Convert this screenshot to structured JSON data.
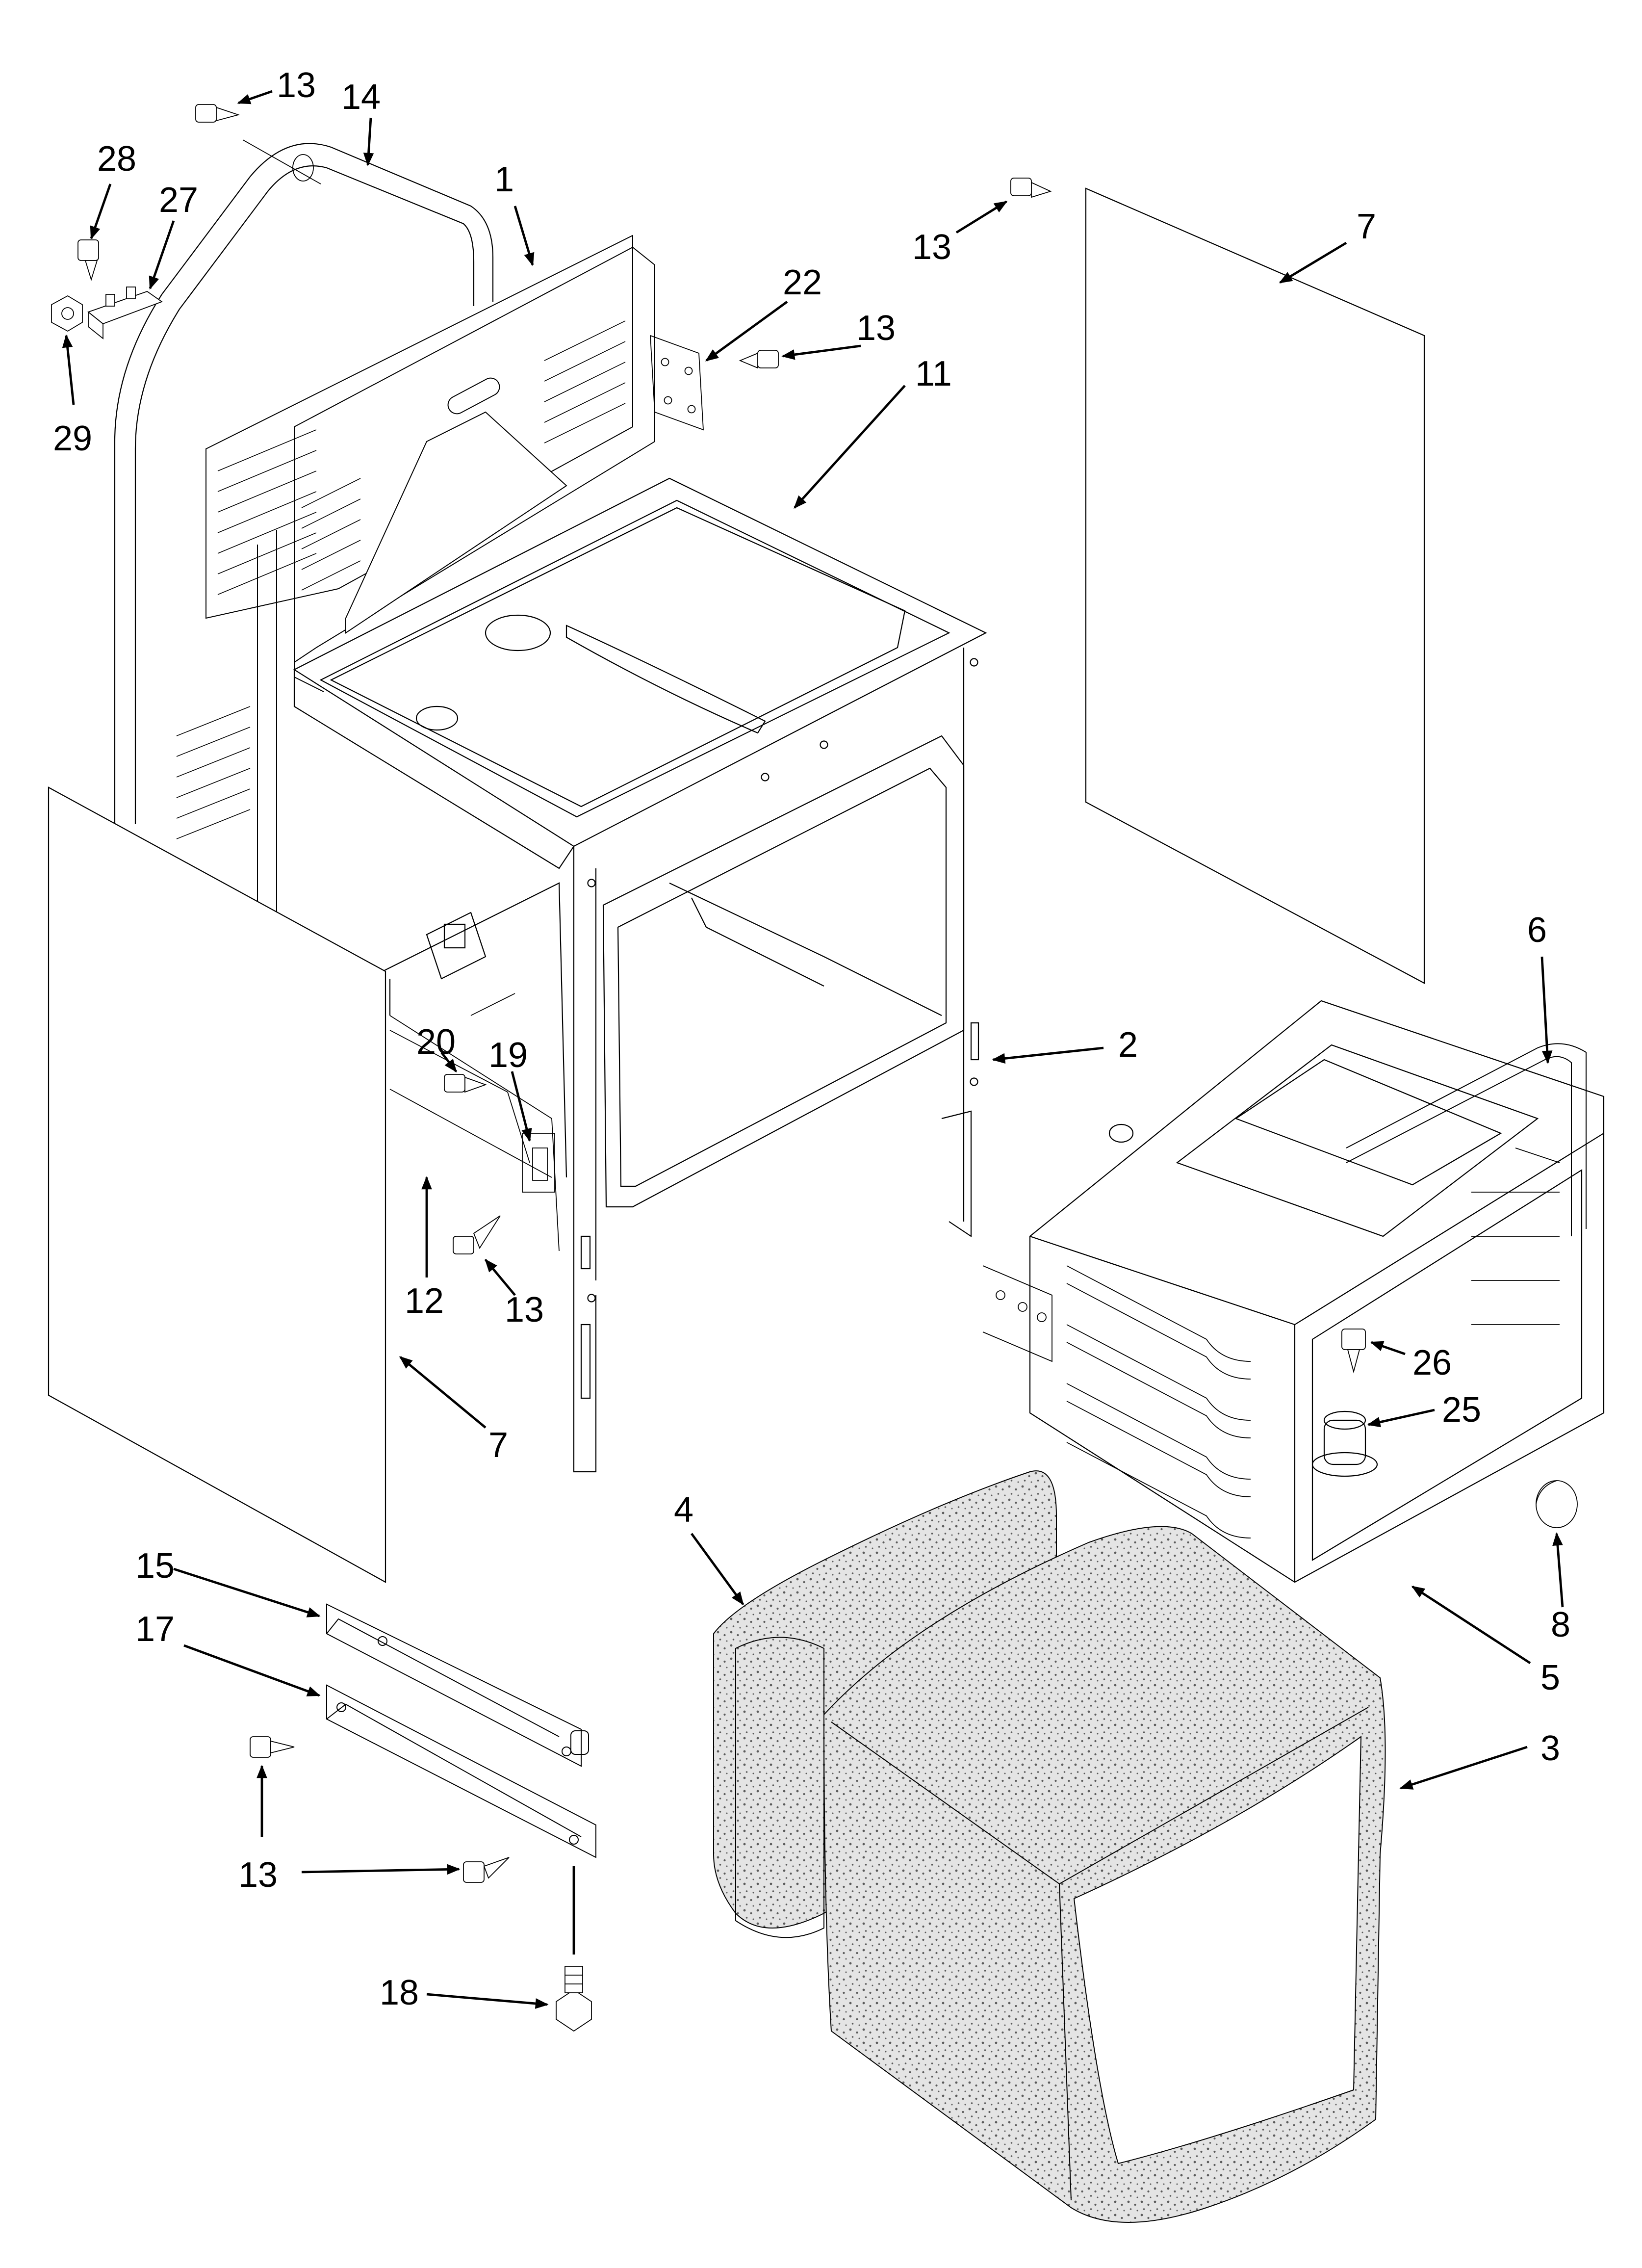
{
  "colors": {
    "line": "#000000",
    "background": "#ffffff",
    "insulation_fill": "#e4e4e4",
    "insulation_dot": "#5a5a5a"
  },
  "callouts": {
    "c13_top_left": "13",
    "c14": "14",
    "c28": "28",
    "c27": "27",
    "c29": "29",
    "c1": "1",
    "c22": "22",
    "c13_hinge": "13",
    "c11": "11",
    "c13_top_right": "13",
    "c7_top": "7",
    "c6": "6",
    "c2": "2",
    "c20": "20",
    "c19": "19",
    "c12": "12",
    "c13_mid": "13",
    "c26": "26",
    "c25": "25",
    "c7_bottom": "7",
    "c4": "4",
    "c15": "15",
    "c17": "17",
    "c8": "8",
    "c5": "5",
    "c3": "3",
    "c13_bottom_left": "13",
    "c13_bottom": "13",
    "c18": "18"
  }
}
